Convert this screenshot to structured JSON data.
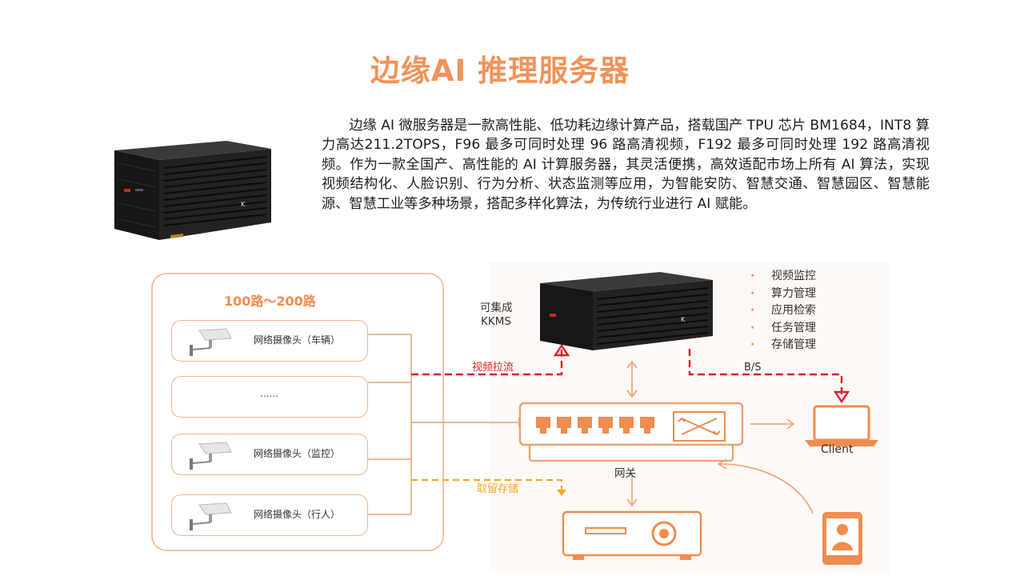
{
  "title": "边缘AI 推理服务器",
  "description": "边缘 AI 微服务器是一款高性能、低功耗边缘计算产品，搭载国产 TPU 芯片 BM1684，INT8 算力高达211.2TOPS，F96 最多可同时处理 96 路高清视频，F192 最多可同时处理 192 路高清视频。作为一款全国产、高性能的 AI 计算服务器，其灵活便携，高效适配市场上所有 AI 算法，实现视频结构化、人脸识别、行为分析、状态监测等应用，为智能安防、智慧交通、智慧园区、智慧能源、智慧工业等多种场景，搭配多样化算法，为传统行业进行 AI 赋能。",
  "diagram": {
    "range_label": "100路～200路",
    "cameras": [
      {
        "label": "网络摄像头（车辆）"
      },
      {
        "label": "......"
      },
      {
        "label": "网络摄像头（监控）"
      },
      {
        "label": "网络摄像头（行人）"
      }
    ],
    "kkms_label_line1": "可集成",
    "kkms_label_line2": "KKMS",
    "video_pull_label": "视频拉流",
    "bs_label": "B/S",
    "storage_label": "取留存储",
    "gateway_label": "网关",
    "client_label": "Client",
    "features": [
      "视频监控",
      "算力管理",
      "应用检索",
      "任务管理",
      "存储管理"
    ],
    "bullet": "·"
  },
  "colors": {
    "title": "#f0935a",
    "accent": "#f28c50",
    "red_dashed": "#e0202a",
    "orange_dashed": "#f5a623"
  }
}
